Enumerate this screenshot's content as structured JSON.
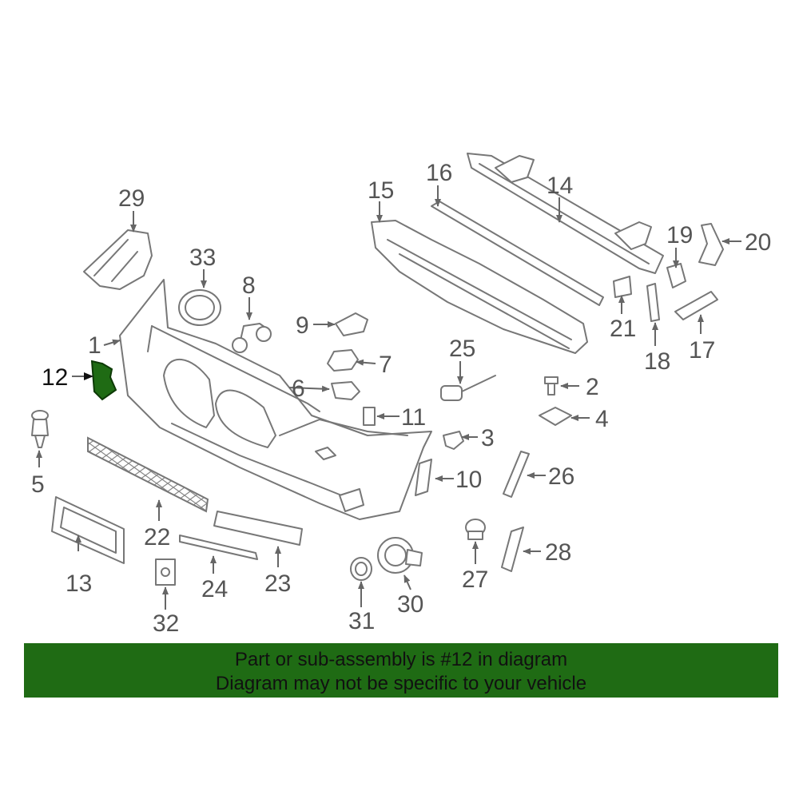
{
  "colors": {
    "highlight": "#1f6b14",
    "banner_bg": "#1f6b14",
    "line": "#777777",
    "label": "#555555"
  },
  "callouts": {
    "p1": "1",
    "p2": "2",
    "p3": "3",
    "p4": "4",
    "p5": "5",
    "p6": "6",
    "p7": "7",
    "p8": "8",
    "p9": "9",
    "p10": "10",
    "p11": "11",
    "p12": "12",
    "p13": "13",
    "p14": "14",
    "p15": "15",
    "p16": "16",
    "p17": "17",
    "p18": "18",
    "p19": "19",
    "p20": "20",
    "p21": "21",
    "p22": "22",
    "p23": "23",
    "p24": "24",
    "p25": "25",
    "p26": "26",
    "p27": "27",
    "p28": "28",
    "p29": "29",
    "p30": "30",
    "p31": "31",
    "p32": "32",
    "p33": "33"
  },
  "highlighted_part": "12",
  "banner": {
    "line1": "Part or sub-assembly is #12 in diagram",
    "line2": "Diagram may not be specific to your vehicle"
  }
}
